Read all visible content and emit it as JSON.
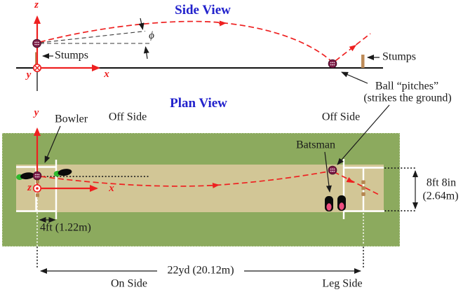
{
  "side_view": {
    "title": "Side View",
    "axis": {
      "z": "z",
      "y": "y",
      "x": "x"
    },
    "stumps_left_label": "Stumps",
    "stumps_right_label": "Stumps",
    "phi_label": "ϕ",
    "pitch_note_line1": "Ball “pitches”",
    "pitch_note_line2": "(strikes the ground)"
  },
  "plan_view": {
    "title": "Plan View",
    "axis": {
      "y": "y",
      "z": "z",
      "x": "x"
    },
    "bowler_label": "Bowler",
    "batsman_label": "Batsman",
    "off_side_left": "Off Side",
    "off_side_right": "Off Side",
    "on_side": "On Side",
    "leg_side": "Leg Side",
    "dims": {
      "crease": "4ft (1.22m)",
      "length": "22yd (20.12m)",
      "width_line1": "8ft 8in",
      "width_line2": "(2.64m)"
    }
  },
  "colors": {
    "title_blue": "#2222cc",
    "axis_red": "#ee2020",
    "field_green": "#8caa5e",
    "pitch_tan": "#d2c696",
    "ball_maroon": "#7d1c47",
    "stump_brown": "#bd8b58",
    "toe_green": "#2eb82e",
    "sole_pink": "#ed4d7e"
  }
}
